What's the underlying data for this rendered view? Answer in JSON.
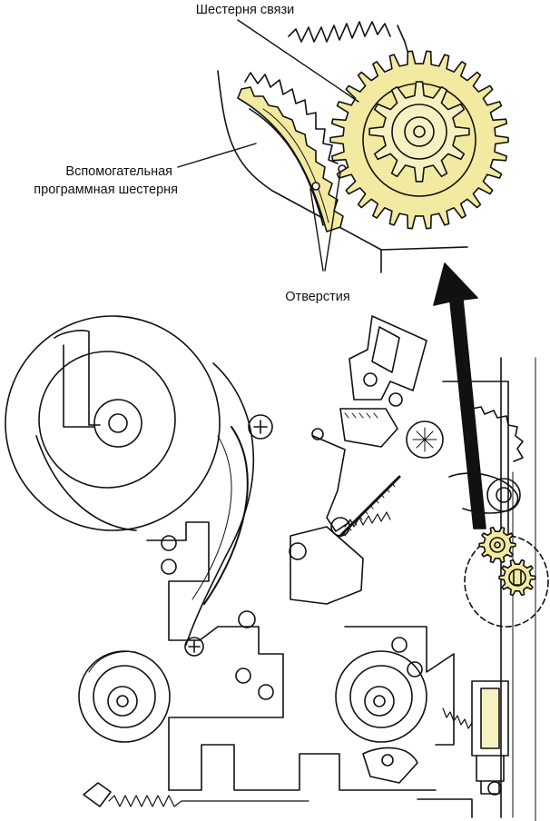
{
  "labels": {
    "coupling_gear": "Шестерня связи",
    "aux_gear_line1": "Вспомогательная",
    "aux_gear_line2": "программная шестерня",
    "holes": "Отверстия"
  },
  "colors": {
    "line": "#111111",
    "gear_highlight": "#f2eaa0",
    "gear_highlight_dark": "#e6d97a",
    "background": "#ffffff"
  },
  "icons": {
    "arrow": "big-arrow-up",
    "gear": "gear-shape"
  }
}
